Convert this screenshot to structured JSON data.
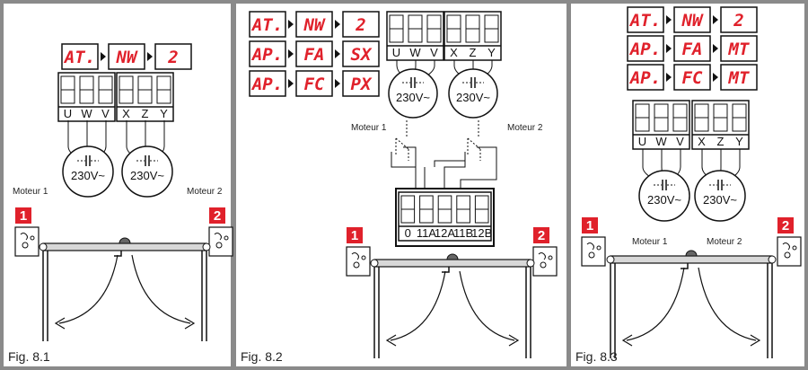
{
  "panels": [
    {
      "fig": "Fig. 8.1",
      "displays": [
        [
          "AT.",
          "NW",
          "2"
        ]
      ],
      "terminals_a": [
        "U",
        "W",
        "V"
      ],
      "terminals_b": [
        "X",
        "Z",
        "Y"
      ],
      "voltage": "230V~",
      "motor1": "Moteur 1",
      "motor2": "Moteur 2",
      "badge1": "1",
      "badge2": "2"
    },
    {
      "fig": "Fig. 8.2",
      "displays": [
        [
          "AT.",
          "NW",
          "2"
        ],
        [
          "AP.",
          "FA",
          "SX"
        ],
        [
          "AP.",
          "FC",
          "PX"
        ]
      ],
      "terminals_a": [
        "U",
        "W",
        "V"
      ],
      "terminals_b": [
        "X",
        "Z",
        "Y"
      ],
      "terminals_c": [
        "0",
        "11A",
        "12A",
        "11B",
        "12B"
      ],
      "voltage": "230V~",
      "motor1": "Moteur 1",
      "motor2": "Moteur 2",
      "badge1": "1",
      "badge2": "2"
    },
    {
      "fig": "Fig. 8.3",
      "displays": [
        [
          "AT.",
          "NW",
          "2"
        ],
        [
          "AP.",
          "FA",
          "MT"
        ],
        [
          "AP.",
          "FC",
          "MT"
        ]
      ],
      "terminals_a": [
        "U",
        "W",
        "V"
      ],
      "terminals_b": [
        "X",
        "Z",
        "Y"
      ],
      "voltage": "230V~",
      "motor1": "Moteur 1",
      "motor2": "Moteur 2",
      "badge1": "1",
      "badge2": "2"
    }
  ]
}
